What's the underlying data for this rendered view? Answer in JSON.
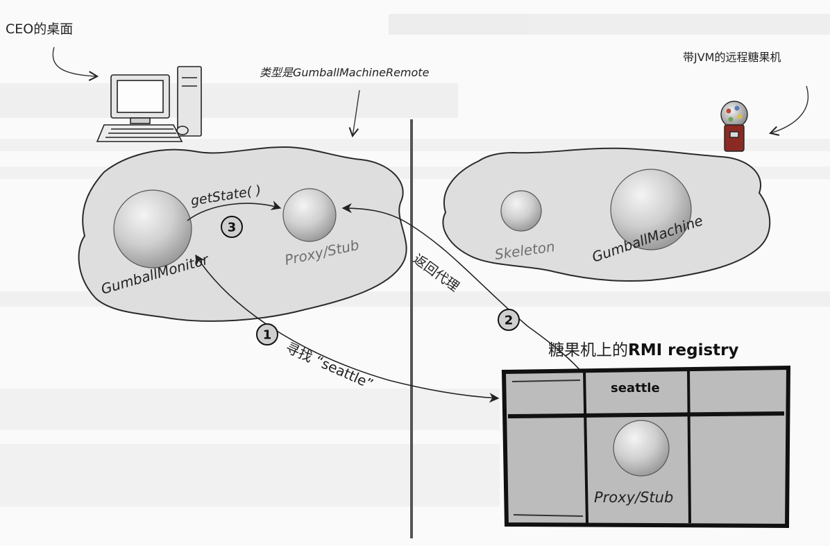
{
  "annotations": {
    "ceo_desktop": "CEO的桌面",
    "type_note": "类型是GumballMachineRemote",
    "remote_machine": "带JVM的远程糖果机"
  },
  "left_jvm": {
    "monitor_label": "GumballMonitor",
    "proxy_label": "Proxy/Stub",
    "call_label": "getState( )"
  },
  "right_jvm": {
    "skeleton_label": "Skeleton",
    "machine_label": "GumballMachine"
  },
  "steps": [
    {
      "number": "1",
      "label": "寻找 “seattle”"
    },
    {
      "number": "2",
      "label": "返回代理"
    },
    {
      "number": "3",
      "label": ""
    }
  ],
  "registry": {
    "title_prefix": "糖果机上的",
    "title_bold": "RMI registry",
    "entry_key": "seattle",
    "entry_value": "Proxy/Stub"
  },
  "colors": {
    "blob_fill": "#dedede",
    "blob_stroke": "#2a2a2a",
    "sphere": "#c9c9c9",
    "divider": "#555555",
    "registry_fill": "#bcbcbc",
    "gumball_body": "#8b2a22"
  }
}
